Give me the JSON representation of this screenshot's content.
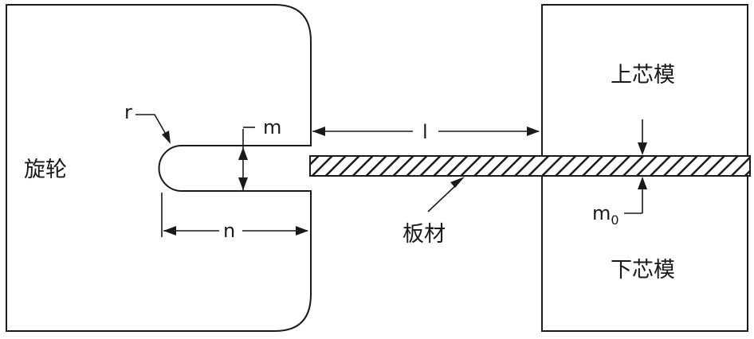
{
  "labels": {
    "spinning_wheel": "旋轮",
    "upper_die": "上芯模",
    "lower_die": "下芯模",
    "sheet": "板材",
    "r": "r",
    "m": "m",
    "n": "n",
    "l": "l",
    "m0_main": "m",
    "m0_sub": "0"
  },
  "colors": {
    "stroke": "#1a1a1a",
    "background": "#ffffff"
  }
}
